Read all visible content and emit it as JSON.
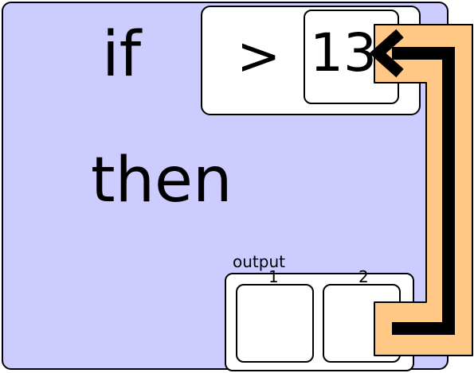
{
  "rule": {
    "if_keyword": "if",
    "then_keyword": "then",
    "condition": {
      "operator": ">",
      "value": "13"
    },
    "output": {
      "label": "output",
      "slots": [
        {
          "number": "1"
        },
        {
          "number": "2"
        }
      ]
    }
  },
  "colors": {
    "panel": "#ccccff",
    "arrow_fill": "#ffc985",
    "arrow_core": "#000000"
  },
  "icons": {
    "connector": "arrow-icon"
  }
}
